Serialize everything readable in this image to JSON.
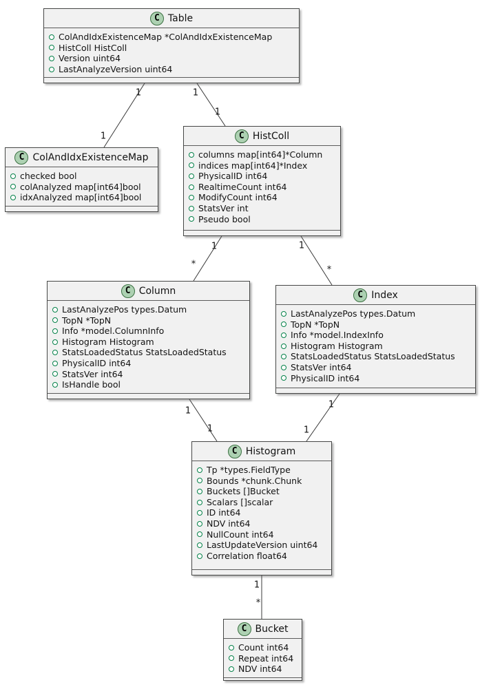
{
  "diagram": {
    "kind": "uml-class-diagram",
    "colors": {
      "background": "#ffffff",
      "box_fill": "#F1F1F1",
      "box_border": "#454645",
      "class_icon_fill": "#ADD1B2",
      "class_icon_border": "#3A6F41",
      "field_icon_border": "#038048",
      "line_color": "#383838",
      "text_color": "#121212"
    },
    "classes": [
      {
        "name": "Table",
        "icon_letter": "C",
        "fields": [
          "ColAndIdxExistenceMap *ColAndIdxExistenceMap",
          "HistColl HistColl",
          "Version uint64",
          "LastAnalyzeVersion uint64"
        ]
      },
      {
        "name": "ColAndIdxExistenceMap",
        "icon_letter": "C",
        "fields": [
          "checked bool",
          "colAnalyzed map[int64]bool",
          "idxAnalyzed map[int64]bool"
        ]
      },
      {
        "name": "HistColl",
        "icon_letter": "C",
        "fields": [
          "columns map[int64]*Column",
          "indices map[int64]*Index",
          "PhysicalID int64",
          "RealtimeCount int64",
          "ModifyCount int64",
          "StatsVer int",
          "Pseudo bool"
        ]
      },
      {
        "name": "Column",
        "icon_letter": "C",
        "fields": [
          "LastAnalyzePos types.Datum",
          "TopN *TopN",
          "Info *model.ColumnInfo",
          "Histogram Histogram",
          "StatsLoadedStatus StatsLoadedStatus",
          "PhysicalID int64",
          "StatsVer int64",
          "IsHandle bool"
        ]
      },
      {
        "name": "Index",
        "icon_letter": "C",
        "fields": [
          "LastAnalyzePos types.Datum",
          "TopN *TopN",
          "Info *model.IndexInfo",
          "Histogram Histogram",
          "StatsLoadedStatus StatsLoadedStatus",
          "StatsVer int64",
          "PhysicalID int64"
        ]
      },
      {
        "name": "Histogram",
        "icon_letter": "C",
        "fields": [
          "Tp *types.FieldType",
          "Bounds *chunk.Chunk",
          "Buckets []Bucket",
          "Scalars []scalar",
          "ID int64",
          "NDV int64",
          "NullCount int64",
          "LastUpdateVersion uint64",
          "Correlation float64"
        ]
      },
      {
        "name": "Bucket",
        "icon_letter": "C",
        "fields": [
          "Count int64",
          "Repeat int64",
          "NDV int64"
        ]
      }
    ],
    "relationships": [
      {
        "from": "Table",
        "to": "ColAndIdxExistenceMap",
        "from_label": "1",
        "to_label": "1"
      },
      {
        "from": "Table",
        "to": "HistColl",
        "from_label": "1",
        "to_label": "1"
      },
      {
        "from": "HistColl",
        "to": "Column",
        "from_label": "1",
        "to_label": "*"
      },
      {
        "from": "HistColl",
        "to": "Index",
        "from_label": "1",
        "to_label": "*"
      },
      {
        "from": "Column",
        "to": "Histogram",
        "from_label": "1",
        "to_label": "1"
      },
      {
        "from": "Index",
        "to": "Histogram",
        "from_label": "1",
        "to_label": "1"
      },
      {
        "from": "Histogram",
        "to": "Bucket",
        "from_label": "1",
        "to_label": "*"
      }
    ]
  }
}
